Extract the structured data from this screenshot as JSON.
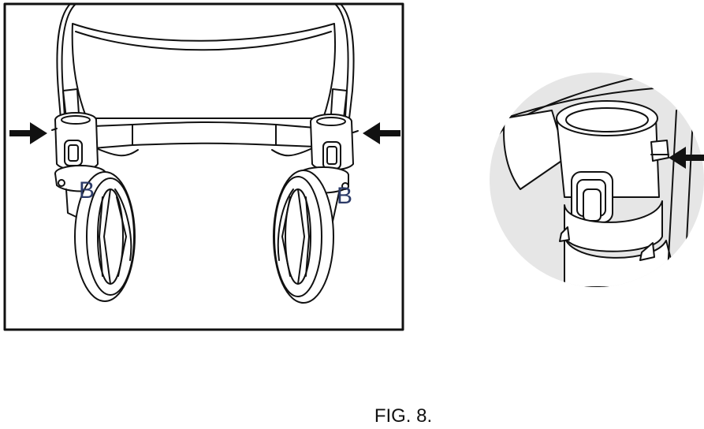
{
  "figure": {
    "caption": "FIG. 8.",
    "label_left": "B",
    "label_right": "B"
  },
  "icons": {
    "arrow_left": "arrow-right-icon",
    "arrow_right": "arrow-left-icon",
    "arrow_detail": "arrow-left-icon"
  },
  "colors": {
    "line": "#111111",
    "detail_bg": "#e6e6e6",
    "label": "#2b3a67"
  }
}
